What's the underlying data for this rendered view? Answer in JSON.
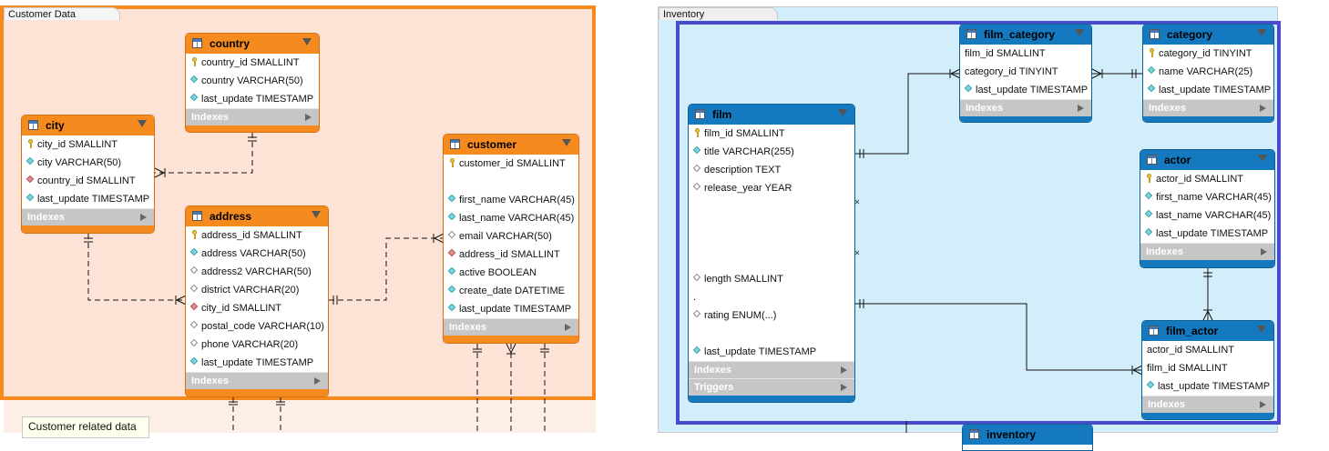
{
  "regions": [
    {
      "tab": "Customer Data"
    },
    {
      "tab": "Inventory"
    }
  ],
  "colors": {
    "customer_region_bg": "#fde2d6",
    "customer_region_border": "#f58a1f",
    "inventory_region_bg": "#d2eefb",
    "inventory_region_border": "#4a4acf",
    "orange_header": "#f58a1f",
    "blue_header": "#1479be"
  },
  "sections": {
    "indexes": "Indexes",
    "triggers": "Triggers"
  },
  "tables": {
    "country": {
      "name": "country",
      "columns": [
        {
          "icon": "key",
          "text": "country_id SMALLINT"
        },
        {
          "icon": "teal",
          "text": "country VARCHAR(50)"
        },
        {
          "icon": "teal",
          "text": "last_update TIMESTAMP"
        }
      ]
    },
    "city": {
      "name": "city",
      "columns": [
        {
          "icon": "key",
          "text": "city_id SMALLINT"
        },
        {
          "icon": "teal",
          "text": "city VARCHAR(50)"
        },
        {
          "icon": "red",
          "text": "country_id SMALLINT"
        },
        {
          "icon": "teal",
          "text": "last_update TIMESTAMP"
        }
      ]
    },
    "address": {
      "name": "address",
      "columns": [
        {
          "icon": "key",
          "text": "address_id SMALLINT"
        },
        {
          "icon": "teal",
          "text": "address VARCHAR(50)"
        },
        {
          "icon": "empty",
          "text": "address2 VARCHAR(50)"
        },
        {
          "icon": "empty",
          "text": "district VARCHAR(20)"
        },
        {
          "icon": "red",
          "text": "city_id SMALLINT"
        },
        {
          "icon": "empty",
          "text": "postal_code VARCHAR(10)"
        },
        {
          "icon": "empty",
          "text": "phone VARCHAR(20)"
        },
        {
          "icon": "teal",
          "text": "last_update TIMESTAMP"
        }
      ]
    },
    "customer": {
      "name": "customer",
      "columns": [
        {
          "icon": "key",
          "text": "customer_id SMALLINT"
        },
        {
          "icon": "none",
          "text": ""
        },
        {
          "icon": "teal",
          "text": "first_name VARCHAR(45)"
        },
        {
          "icon": "teal",
          "text": "last_name VARCHAR(45)"
        },
        {
          "icon": "empty",
          "text": "email VARCHAR(50)"
        },
        {
          "icon": "red",
          "text": "address_id SMALLINT"
        },
        {
          "icon": "teal",
          "text": "active BOOLEAN"
        },
        {
          "icon": "teal",
          "text": "create_date DATETIME"
        },
        {
          "icon": "teal",
          "text": "last_update TIMESTAMP"
        }
      ]
    },
    "film": {
      "name": "film",
      "columns": [
        {
          "icon": "key",
          "text": "film_id SMALLINT"
        },
        {
          "icon": "teal",
          "text": "title VARCHAR(255)"
        },
        {
          "icon": "empty",
          "text": "description TEXT"
        },
        {
          "icon": "empty",
          "text": "release_year YEAR"
        },
        {
          "icon": "none",
          "text": ""
        },
        {
          "icon": "none",
          "text": ""
        },
        {
          "icon": "none",
          "text": ""
        },
        {
          "icon": "none",
          "text": ""
        },
        {
          "icon": "empty",
          "text": "length SMALLINT"
        },
        {
          "icon": "none",
          "text": "."
        },
        {
          "icon": "empty",
          "text": "rating ENUM(...)"
        },
        {
          "icon": "none",
          "text": ""
        },
        {
          "icon": "teal",
          "text": "last_update TIMESTAMP"
        }
      ]
    },
    "film_category": {
      "name": "film_category",
      "columns": [
        {
          "icon": "none",
          "text": "film_id SMALLINT"
        },
        {
          "icon": "none",
          "text": "category_id TINYINT"
        },
        {
          "icon": "teal",
          "text": "last_update TIMESTAMP"
        }
      ]
    },
    "category": {
      "name": "category",
      "columns": [
        {
          "icon": "key",
          "text": "category_id TINYINT"
        },
        {
          "icon": "teal",
          "text": "name VARCHAR(25)"
        },
        {
          "icon": "teal",
          "text": "last_update TIMESTAMP"
        }
      ]
    },
    "actor": {
      "name": "actor",
      "columns": [
        {
          "icon": "key",
          "text": "actor_id SMALLINT"
        },
        {
          "icon": "teal",
          "text": "first_name VARCHAR(45)"
        },
        {
          "icon": "teal",
          "text": "last_name VARCHAR(45)"
        },
        {
          "icon": "teal",
          "text": "last_update TIMESTAMP"
        }
      ]
    },
    "film_actor": {
      "name": "film_actor",
      "columns": [
        {
          "icon": "none",
          "text": "actor_id SMALLINT"
        },
        {
          "icon": "none",
          "text": "film_id SMALLINT"
        },
        {
          "icon": "teal",
          "text": "last_update TIMESTAMP"
        }
      ]
    },
    "inventory": {
      "name": "inventory"
    }
  },
  "note": "Customer related data"
}
